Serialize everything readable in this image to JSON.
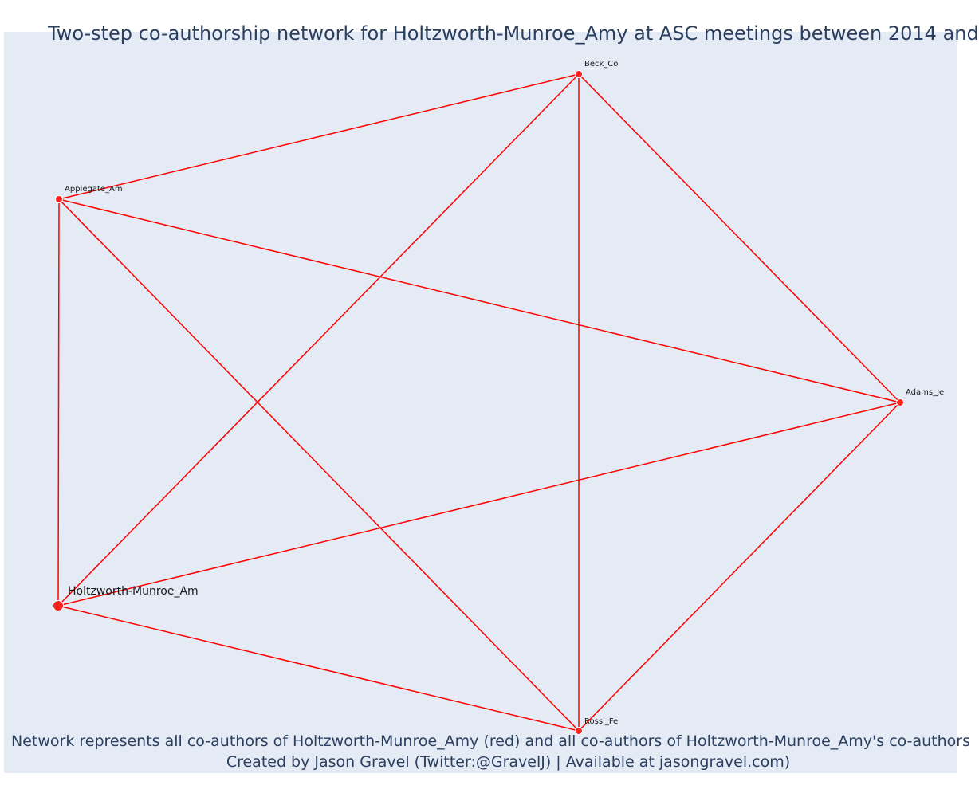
{
  "title": "Two-step co-authorship network for Holtzworth-Munroe_Amy at ASC meetings between 2014 and",
  "caption": {
    "line1": "Network represents all co-authors of Holtzworth-Munroe_Amy (red) and all co-authors of Holtzworth-Munroe_Amy's co-authors",
    "line2": "Created by Jason Gravel (Twitter:@GravelJ) | Available at jasongravel.com)"
  },
  "colors": {
    "background": "#e5ebf5",
    "edge": "#ff0000",
    "node": "#ff2020",
    "title_text": "#2a3f5f"
  },
  "nodes": [
    {
      "id": "holtzworth",
      "label": "Holtzworth-Munroe_Am",
      "focal": true
    },
    {
      "id": "applegate",
      "label": "Applegate_Am",
      "focal": false
    },
    {
      "id": "beck",
      "label": "Beck_Co",
      "focal": false
    },
    {
      "id": "adams",
      "label": "Adams_Je",
      "focal": false
    },
    {
      "id": "rossi",
      "label": "Rossi_Fe",
      "focal": false
    }
  ],
  "edges": [
    [
      "holtzworth",
      "applegate"
    ],
    [
      "holtzworth",
      "beck"
    ],
    [
      "holtzworth",
      "adams"
    ],
    [
      "holtzworth",
      "rossi"
    ],
    [
      "applegate",
      "beck"
    ],
    [
      "applegate",
      "adams"
    ],
    [
      "applegate",
      "rossi"
    ],
    [
      "beck",
      "adams"
    ],
    [
      "beck",
      "rossi"
    ],
    [
      "adams",
      "rossi"
    ]
  ]
}
